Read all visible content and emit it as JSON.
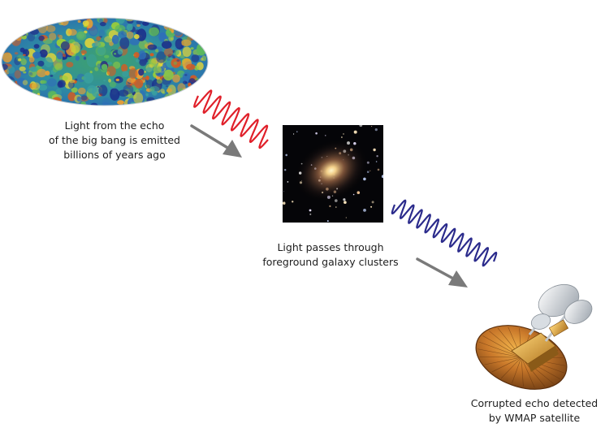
{
  "captions": {
    "emission": [
      "Light from the echo",
      "of the big bang is emitted",
      "billions of years ago"
    ],
    "galaxy": [
      "Light passes through",
      "foreground galaxy clusters"
    ],
    "satellite": [
      "Corrupted echo detected",
      "by WMAP satellite"
    ]
  },
  "colors": {
    "red_wave": "#e0202a",
    "blue_wave": "#2b2b8c",
    "arrow": "#7a7a7a",
    "caption_text": "#1e1e1e"
  },
  "icons": [
    "cmb-sky-map",
    "galaxy-cluster-photo",
    "wmap-satellite"
  ]
}
